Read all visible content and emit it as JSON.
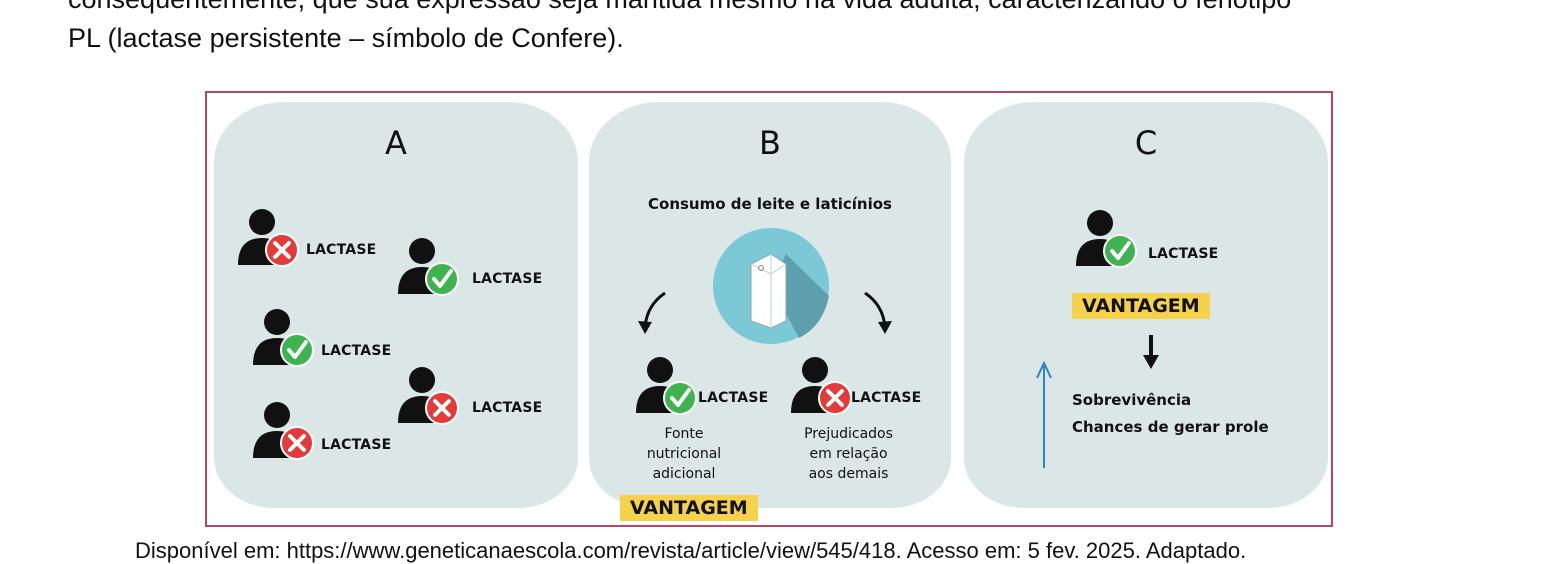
{
  "text": {
    "line1": "conseqüentemente, que sua expressão seja mantida mesmo na vida adulta, caracterizando o fenótipo",
    "line2": "PL (lactase persistente – símbolo de Confere)."
  },
  "diagram": {
    "panel_a": {
      "label": "A",
      "lactase": "LACTASE"
    },
    "panel_b": {
      "label": "B",
      "consumo": "Consumo de leite e laticínios",
      "lactase": "LACTASE",
      "fonte_1": "Fonte",
      "fonte_2": "nutricional",
      "fonte_3": "adicional",
      "prej_1": "Prejudicados",
      "prej_2": "em relação",
      "prej_3": "aos demais",
      "vantagem": "VANTAGEM"
    },
    "panel_c": {
      "label": "C",
      "lactase": "LACTASE",
      "vantagem": "VANTAGEM",
      "sobrevivencia": "Sobrevivência",
      "chances": "Chances de gerar prole"
    }
  },
  "caption": "Disponível em: https://www.geneticanaescola.com/revista/article/view/545/418. Acesso em: 5 fev. 2025. Adaptado."
}
